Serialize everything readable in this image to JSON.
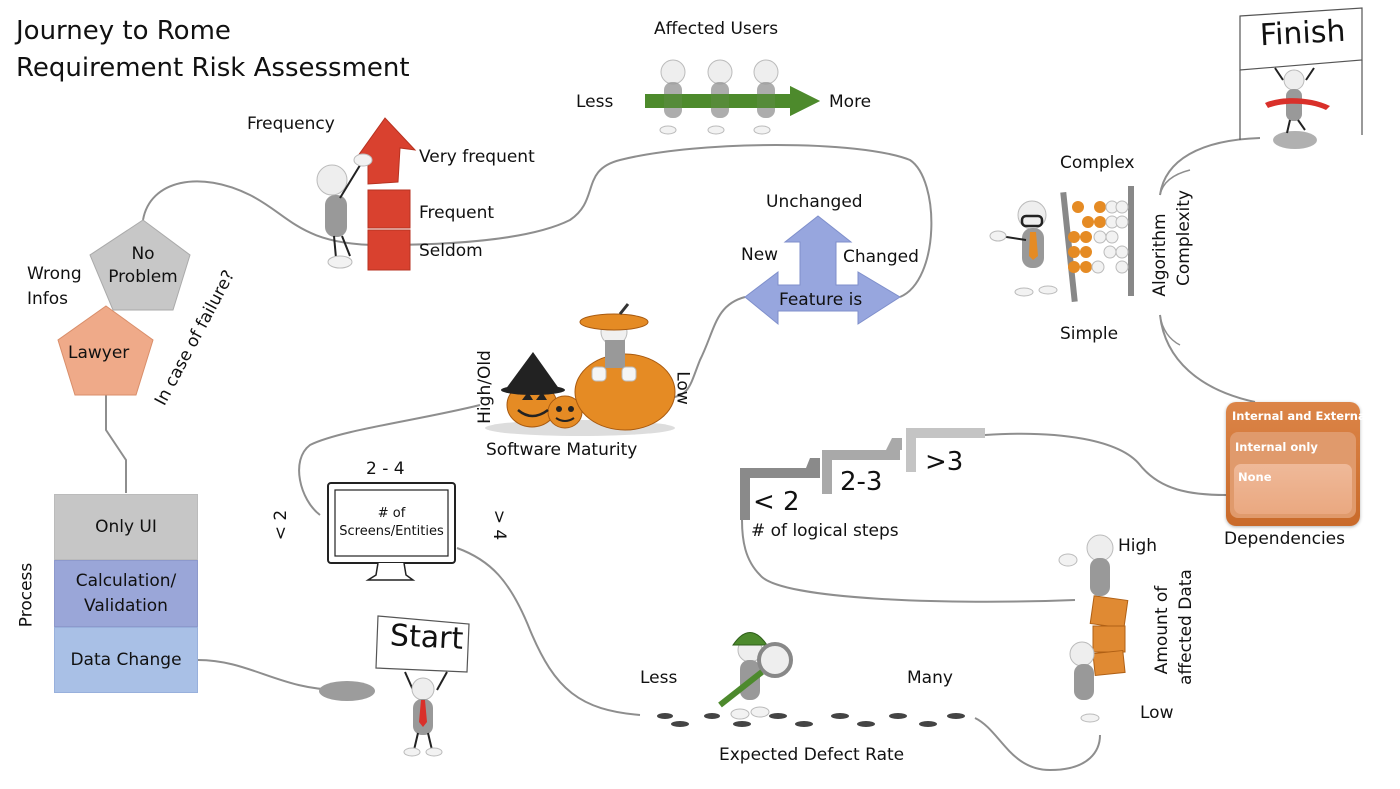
{
  "title": {
    "line1": "Journey to Rome",
    "line2": "Requirement Risk Assessment"
  },
  "start_label": "Start",
  "finish_label": "Finish",
  "process": {
    "label": "Process",
    "levels": [
      "Only UI",
      "Calculation/ Validation",
      "Data Change"
    ],
    "colors": [
      "#c6c6c6",
      "#9aa6d8",
      "#a9c0e6"
    ]
  },
  "failure": {
    "question": "In case of failure?",
    "options": [
      {
        "label": "No Problem",
        "color": "#c7c7c7"
      },
      {
        "label": "Lawyer",
        "color": "#efaa89"
      }
    ],
    "side_label": "Wrong Infos"
  },
  "frequency": {
    "label": "Frequency",
    "levels": [
      "Seldom",
      "Frequent",
      "Very frequent"
    ],
    "color": "#d9412f"
  },
  "affected_users": {
    "label": "Affected Users",
    "min": "Less",
    "max": "More",
    "color": "#4d8a2d"
  },
  "feature": {
    "label": "Feature is",
    "options": [
      "New",
      "Unchanged",
      "Changed"
    ],
    "color": "#97a6de"
  },
  "software_maturity": {
    "label": "Software Maturity",
    "high": "High/Old",
    "low": "Low"
  },
  "screens": {
    "label": "# of Screens/Entities",
    "label_line1": "# of",
    "label_line2": "Screens/Entities",
    "low": "< 2",
    "mid": "2 - 4",
    "high": "> 4"
  },
  "logical_steps": {
    "label": "# of logical steps",
    "levels": [
      "< 2",
      "2-3",
      ">3"
    ]
  },
  "algorithm": {
    "label_line1": "Algorithm",
    "label_line2": "Complexity",
    "high": "Complex",
    "low": "Simple"
  },
  "dependencies": {
    "label": "Dependencies",
    "levels": [
      "Internal and External",
      "Internal only",
      "None"
    ]
  },
  "affected_data": {
    "label_line1": "Amount of",
    "label_line2": "affected Data",
    "high": "High",
    "low": "Low"
  },
  "defect_rate": {
    "label": "Expected Defect Rate",
    "low": "Less",
    "high": "Many"
  }
}
